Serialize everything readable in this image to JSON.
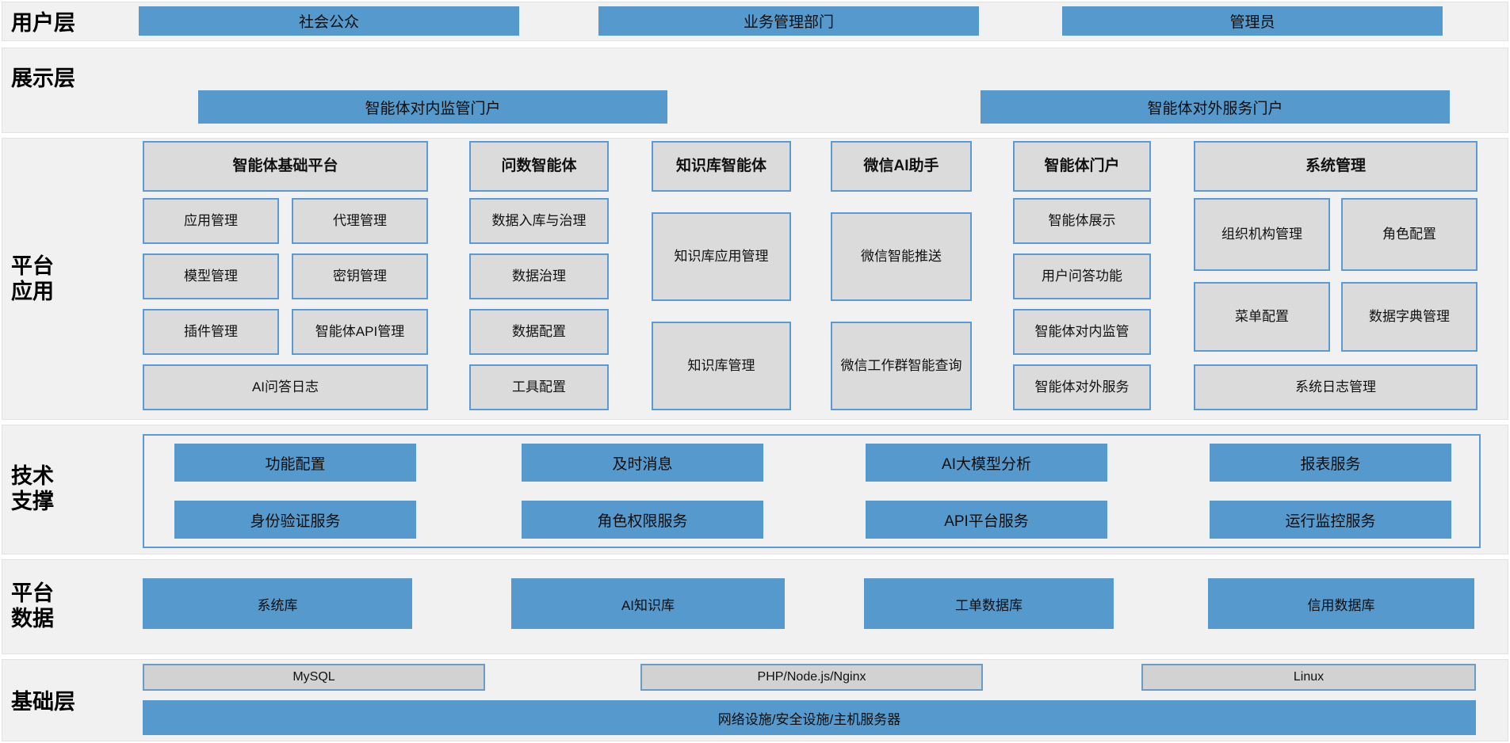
{
  "colors": {
    "accent_blue": "#5599cd",
    "box_border_blue": "#5b9bd5",
    "box_grey": "#dbdbdb",
    "band_grey": "#f1f1f1"
  },
  "layers": {
    "user": {
      "label": "用户层",
      "items": [
        "社会公众",
        "业务管理部门",
        "管理员"
      ]
    },
    "display": {
      "label": "展示层",
      "items": [
        "智能体对内监管门户",
        "智能体对外服务门户"
      ]
    },
    "platform_app": {
      "label": "平台\n应用",
      "columns": [
        {
          "header": "智能体基础平台",
          "items": [
            "应用管理",
            "代理管理",
            "模型管理",
            "密钥管理",
            "插件管理",
            "智能体API管理",
            "AI问答日志"
          ]
        },
        {
          "header": "问数智能体",
          "items": [
            "数据入库与治理",
            "数据治理",
            "数据配置",
            "工具配置"
          ]
        },
        {
          "header": "知识库智能体",
          "items": [
            "知识库应用管理",
            "知识库管理"
          ]
        },
        {
          "header": "微信AI助手",
          "items": [
            "微信智能推送",
            "微信工作群智能查询"
          ]
        },
        {
          "header": "智能体门户",
          "items": [
            "智能体展示",
            "用户问答功能",
            "智能体对内监管",
            "智能体对外服务"
          ]
        },
        {
          "header": "系统管理",
          "items": [
            "组织机构管理",
            "角色配置",
            "菜单配置",
            "数据字典管理",
            "系统日志管理"
          ]
        }
      ]
    },
    "tech_support": {
      "label": "技术\n支撑",
      "row1": [
        "功能配置",
        "及时消息",
        "AI大模型分析",
        "报表服务"
      ],
      "row2": [
        "身份验证服务",
        "角色权限服务",
        "API平台服务",
        "运行监控服务"
      ]
    },
    "platform_data": {
      "label": "平台\n数据",
      "items": [
        "系统库",
        "AI知识库",
        "工单数据库",
        "信用数据库"
      ]
    },
    "base": {
      "label": "基础层",
      "items": [
        "MySQL",
        "PHP/Node.js/Nginx",
        "Linux"
      ],
      "bottom_bar": "网络设施/安全设施/主机服务器"
    }
  }
}
